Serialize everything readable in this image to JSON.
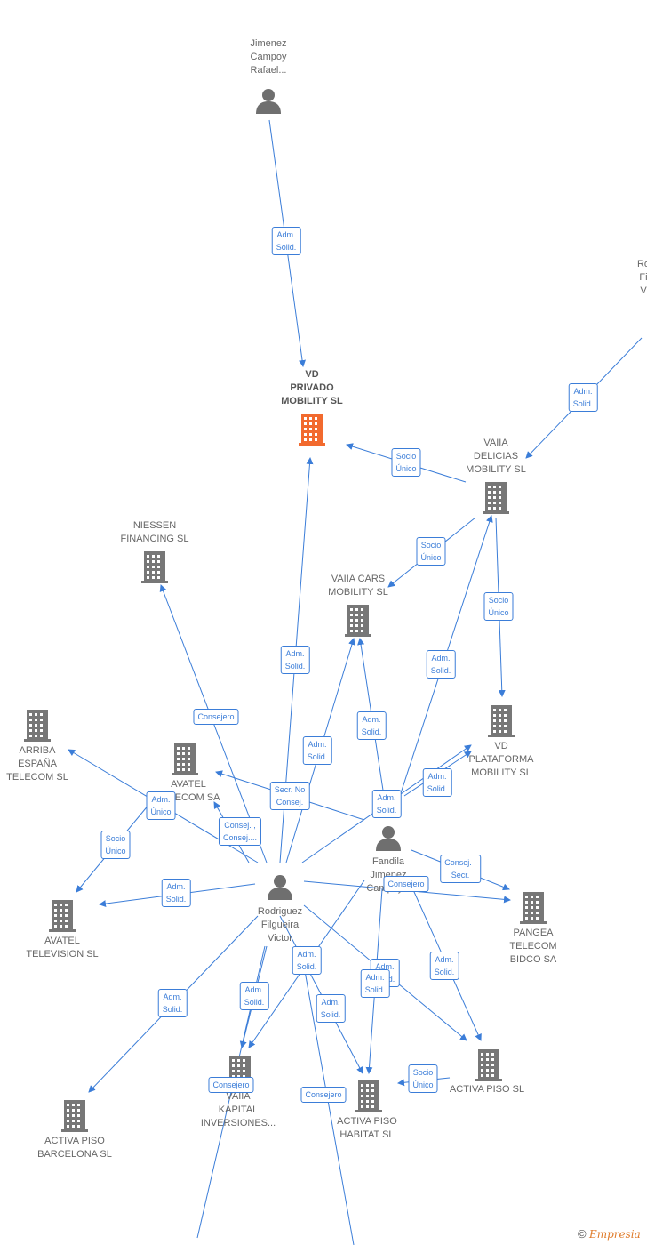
{
  "nodes": {
    "jimenez": {
      "label_lines": [
        "Jimenez",
        "Campoy",
        "Rafael..."
      ],
      "kind": "person"
    },
    "rodriguez": {
      "label_lines": [
        "Rodriguez",
        "Filgueira",
        "Victor"
      ],
      "kind": "person"
    },
    "fandila": {
      "label_lines": [
        "Fandila",
        "Jimenez",
        "Campoy..."
      ],
      "kind": "person"
    },
    "partial_top_right": {
      "label_lines": [
        "Ro",
        "Fi",
        "V"
      ],
      "kind": "person"
    },
    "vd_privado": {
      "label_lines": [
        "VD",
        "PRIVADO",
        "MOBILITY SL"
      ],
      "kind": "company-main"
    },
    "vaiia_delicias": {
      "label_lines": [
        "VAIIA",
        "DELICIAS",
        "MOBILITY SL"
      ],
      "kind": "company"
    },
    "niessen": {
      "label_lines": [
        "NIESSEN",
        "FINANCING SL"
      ],
      "kind": "company"
    },
    "vaiia_cars": {
      "label_lines": [
        "VAIIA CARS",
        "MOBILITY SL"
      ],
      "kind": "company"
    },
    "vd_plataforma": {
      "label_lines": [
        "VD",
        "PLATAFORMA",
        "MOBILITY SL"
      ],
      "kind": "company"
    },
    "arriba": {
      "label_lines": [
        "ARRIBA",
        "ESPAÑA",
        "TELECOM SL"
      ],
      "kind": "company"
    },
    "avatel_telecom": {
      "label_lines": [
        "AVATEL",
        "TELECOM SA"
      ],
      "kind": "company"
    },
    "avatel_tv": {
      "label_lines": [
        "AVATEL",
        "TELEVISION SL"
      ],
      "kind": "company"
    },
    "pangea": {
      "label_lines": [
        "PANGEA",
        "TELECOM",
        "BIDCO SA"
      ],
      "kind": "company"
    },
    "activa_piso": {
      "label_lines": [
        "ACTIVA PISO SL"
      ],
      "kind": "company"
    },
    "activa_habitat": {
      "label_lines": [
        "ACTIVA PISO",
        "HABITAT SL"
      ],
      "kind": "company"
    },
    "vaiia_kapital": {
      "label_lines": [
        "VAIIA",
        "KAPITAL",
        "INVERSIONES..."
      ],
      "kind": "company"
    },
    "activa_barcelona": {
      "label_lines": [
        "ACTIVA PISO",
        "BARCELONA SL"
      ],
      "kind": "company"
    }
  },
  "edge_labels": [
    {
      "id": "e1",
      "lines": [
        "Adm.",
        "Solid."
      ]
    },
    {
      "id": "e2",
      "lines": [
        "Adm.",
        "Solid."
      ]
    },
    {
      "id": "e3",
      "lines": [
        "Socio",
        "Único"
      ]
    },
    {
      "id": "e4",
      "lines": [
        "Socio",
        "Único"
      ]
    },
    {
      "id": "e5",
      "lines": [
        "Socio",
        "Único"
      ]
    },
    {
      "id": "e6",
      "lines": [
        "Adm.",
        "Solid."
      ]
    },
    {
      "id": "e7",
      "lines": [
        "Adm.",
        "Solid."
      ]
    },
    {
      "id": "e8",
      "lines": [
        "Consejero"
      ]
    },
    {
      "id": "e9",
      "lines": [
        "Adm.",
        "Solid."
      ]
    },
    {
      "id": "e10",
      "lines": [
        "Adm.",
        "Solid."
      ]
    },
    {
      "id": "e11",
      "lines": [
        "Adm.",
        "Solid."
      ]
    },
    {
      "id": "e12",
      "lines": [
        "Adm.",
        "Solid."
      ]
    },
    {
      "id": "e13",
      "lines": [
        "Secr. No",
        "Consej."
      ]
    },
    {
      "id": "e14",
      "lines": [
        "Adm.",
        "Único"
      ]
    },
    {
      "id": "e15",
      "lines": [
        "Consej. ,",
        "Consej...."
      ]
    },
    {
      "id": "e16",
      "lines": [
        "Socio",
        "Único"
      ]
    },
    {
      "id": "e17",
      "lines": [
        "Adm.",
        "Solid."
      ]
    },
    {
      "id": "e18",
      "lines": [
        "Consej. ,",
        "Secr."
      ]
    },
    {
      "id": "e19",
      "lines": [
        "Consejero"
      ]
    },
    {
      "id": "e20",
      "lines": [
        "Adm.",
        "Solid."
      ]
    },
    {
      "id": "e21",
      "lines": [
        "Adm.",
        "Solid."
      ]
    },
    {
      "id": "e22",
      "lines": [
        "Adm.",
        "Solid."
      ]
    },
    {
      "id": "e23",
      "lines": [
        "Adm.",
        "Solid."
      ]
    },
    {
      "id": "e24",
      "lines": [
        "Adm.",
        "Solid."
      ]
    },
    {
      "id": "e25",
      "lines": [
        "Adm.",
        "Solid."
      ]
    },
    {
      "id": "e26",
      "lines": [
        "Adm.",
        "Solid."
      ]
    },
    {
      "id": "e27",
      "lines": [
        "Consejero"
      ]
    },
    {
      "id": "e28",
      "lines": [
        "Consejero"
      ]
    },
    {
      "id": "e29",
      "lines": [
        "Socio",
        "Único"
      ]
    }
  ],
  "footer": {
    "copyright": "©",
    "brand": "Empresia"
  },
  "colors": {
    "edge": "#3b7dd8",
    "company_icon": "#777777",
    "main_icon": "#f26a2e",
    "person_icon": "#6f6f6f"
  }
}
